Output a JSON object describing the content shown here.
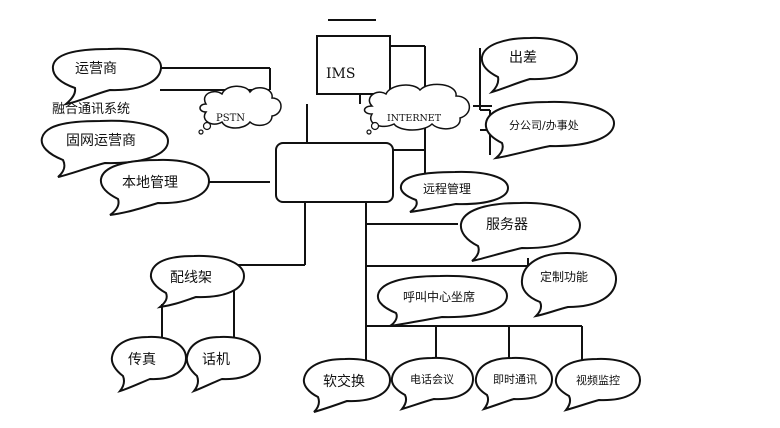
{
  "title": "融合通讯系统",
  "nodes": {
    "carrier": "运营商",
    "fixed_carrier": "固网运营商",
    "local_mgmt": "本地管理",
    "pstn": "PSTN",
    "ims": "IMS",
    "internet": "INTERNET",
    "business_trip": "出差",
    "branch_office": "分公司/办事处",
    "remote_mgmt": "远程管理",
    "server": "服务器",
    "distribution_frame": "配线架",
    "fax": "传真",
    "telephone": "话机",
    "call_center": "呼叫中心坐席",
    "custom_functions": "定制功能",
    "softswitch": "软交换",
    "conference": "电话会议",
    "instant_messaging": "即时通讯",
    "video_monitoring": "视频监控"
  }
}
